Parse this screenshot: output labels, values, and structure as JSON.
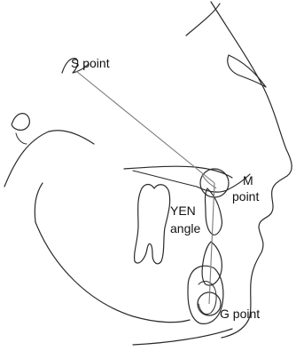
{
  "labels": {
    "s_point": "S point",
    "m_point_line1": "M",
    "m_point_line2": "point",
    "yen_line1": "YEN",
    "yen_line2": "angle",
    "g_point": "G point"
  },
  "colors": {
    "outline": "#2a2a2a",
    "reference_line": "#7a7a7a",
    "background": "#ffffff"
  }
}
